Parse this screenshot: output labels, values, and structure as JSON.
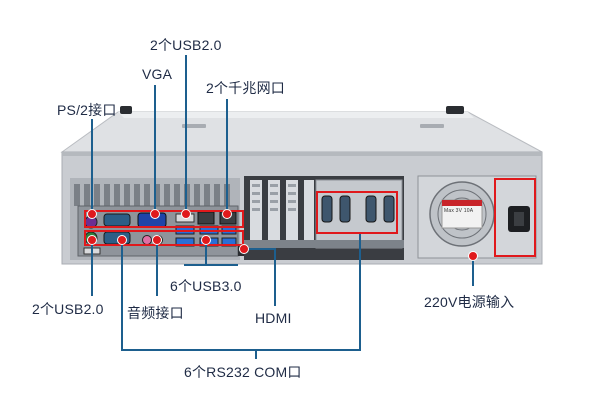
{
  "labels": {
    "usb20_top": "2个USB2.0",
    "vga": "VGA",
    "lan": "2个千兆网口",
    "ps2": "PS/2接口",
    "usb20_bottom": "2个USB2.0",
    "audio": "音频接口",
    "usb30": "6个USB3.0",
    "hdmi": "HDMI",
    "rs232": "6个RS232 COM口",
    "power": "220V电源输入"
  },
  "psu_sticker": "Max 3V 10A",
  "colors": {
    "connector_line": "#1d5f8e",
    "highlight_red": "#e0191c",
    "label_text": "#1f2b45",
    "chassis": "#c9ccd1",
    "panel_dark": "#2f3236"
  }
}
